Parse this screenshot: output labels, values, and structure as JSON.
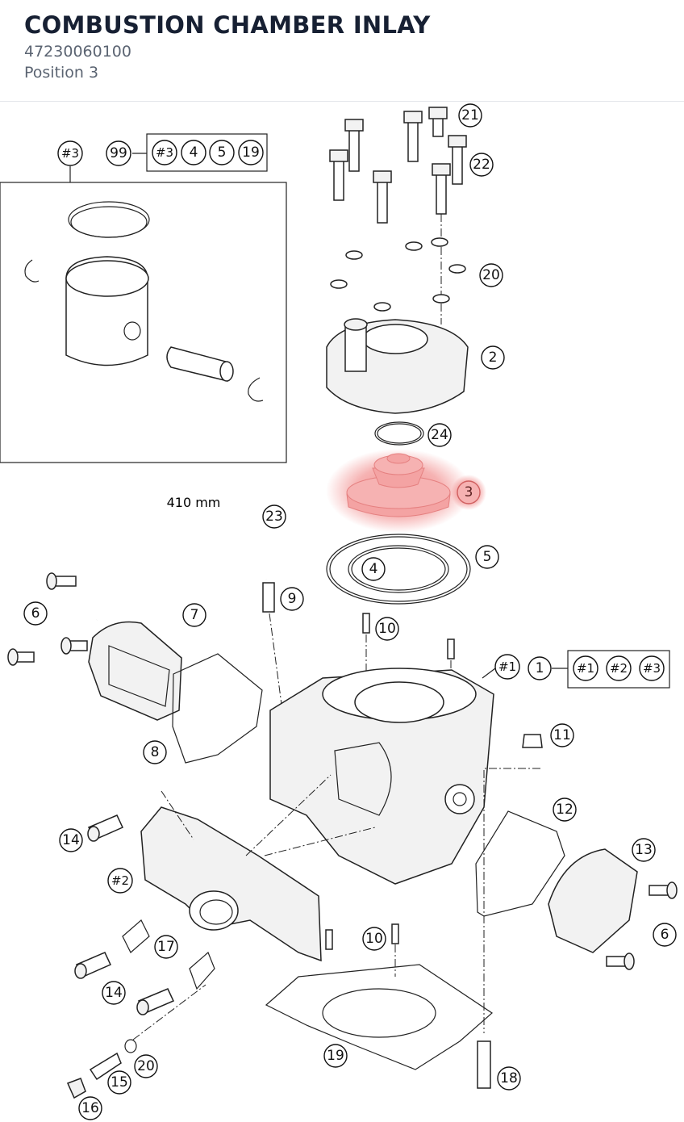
{
  "header": {
    "title": "COMBUSTION CHAMBER INLAY",
    "part_number": "47230060100",
    "position": "Position 3"
  },
  "diagram": {
    "hose_length": "410 mm",
    "highlight_color": "#f08080",
    "callouts": {
      "c21": "21",
      "c22": "22",
      "c20a": "20",
      "c2": "2",
      "c24": "24",
      "c3": "3",
      "c5": "5",
      "c4": "4",
      "c23": "23",
      "c9": "9",
      "c10a": "10",
      "c7": "7",
      "c6a": "6",
      "c8": "8",
      "c1h": "#1",
      "c1": "1",
      "c11": "11",
      "c12": "12",
      "c13": "13",
      "c6b": "6",
      "c14a": "14",
      "c2h": "#2",
      "c17": "17",
      "c14b": "14",
      "c10b": "10",
      "c19": "19",
      "c20b": "20",
      "c15": "15",
      "c16": "16",
      "c18": "18",
      "c3h": "#3",
      "c99": "99"
    },
    "kit_99": [
      "#3",
      "4",
      "5",
      "19"
    ],
    "kit_1": [
      "#1",
      "#2",
      "#3"
    ]
  }
}
